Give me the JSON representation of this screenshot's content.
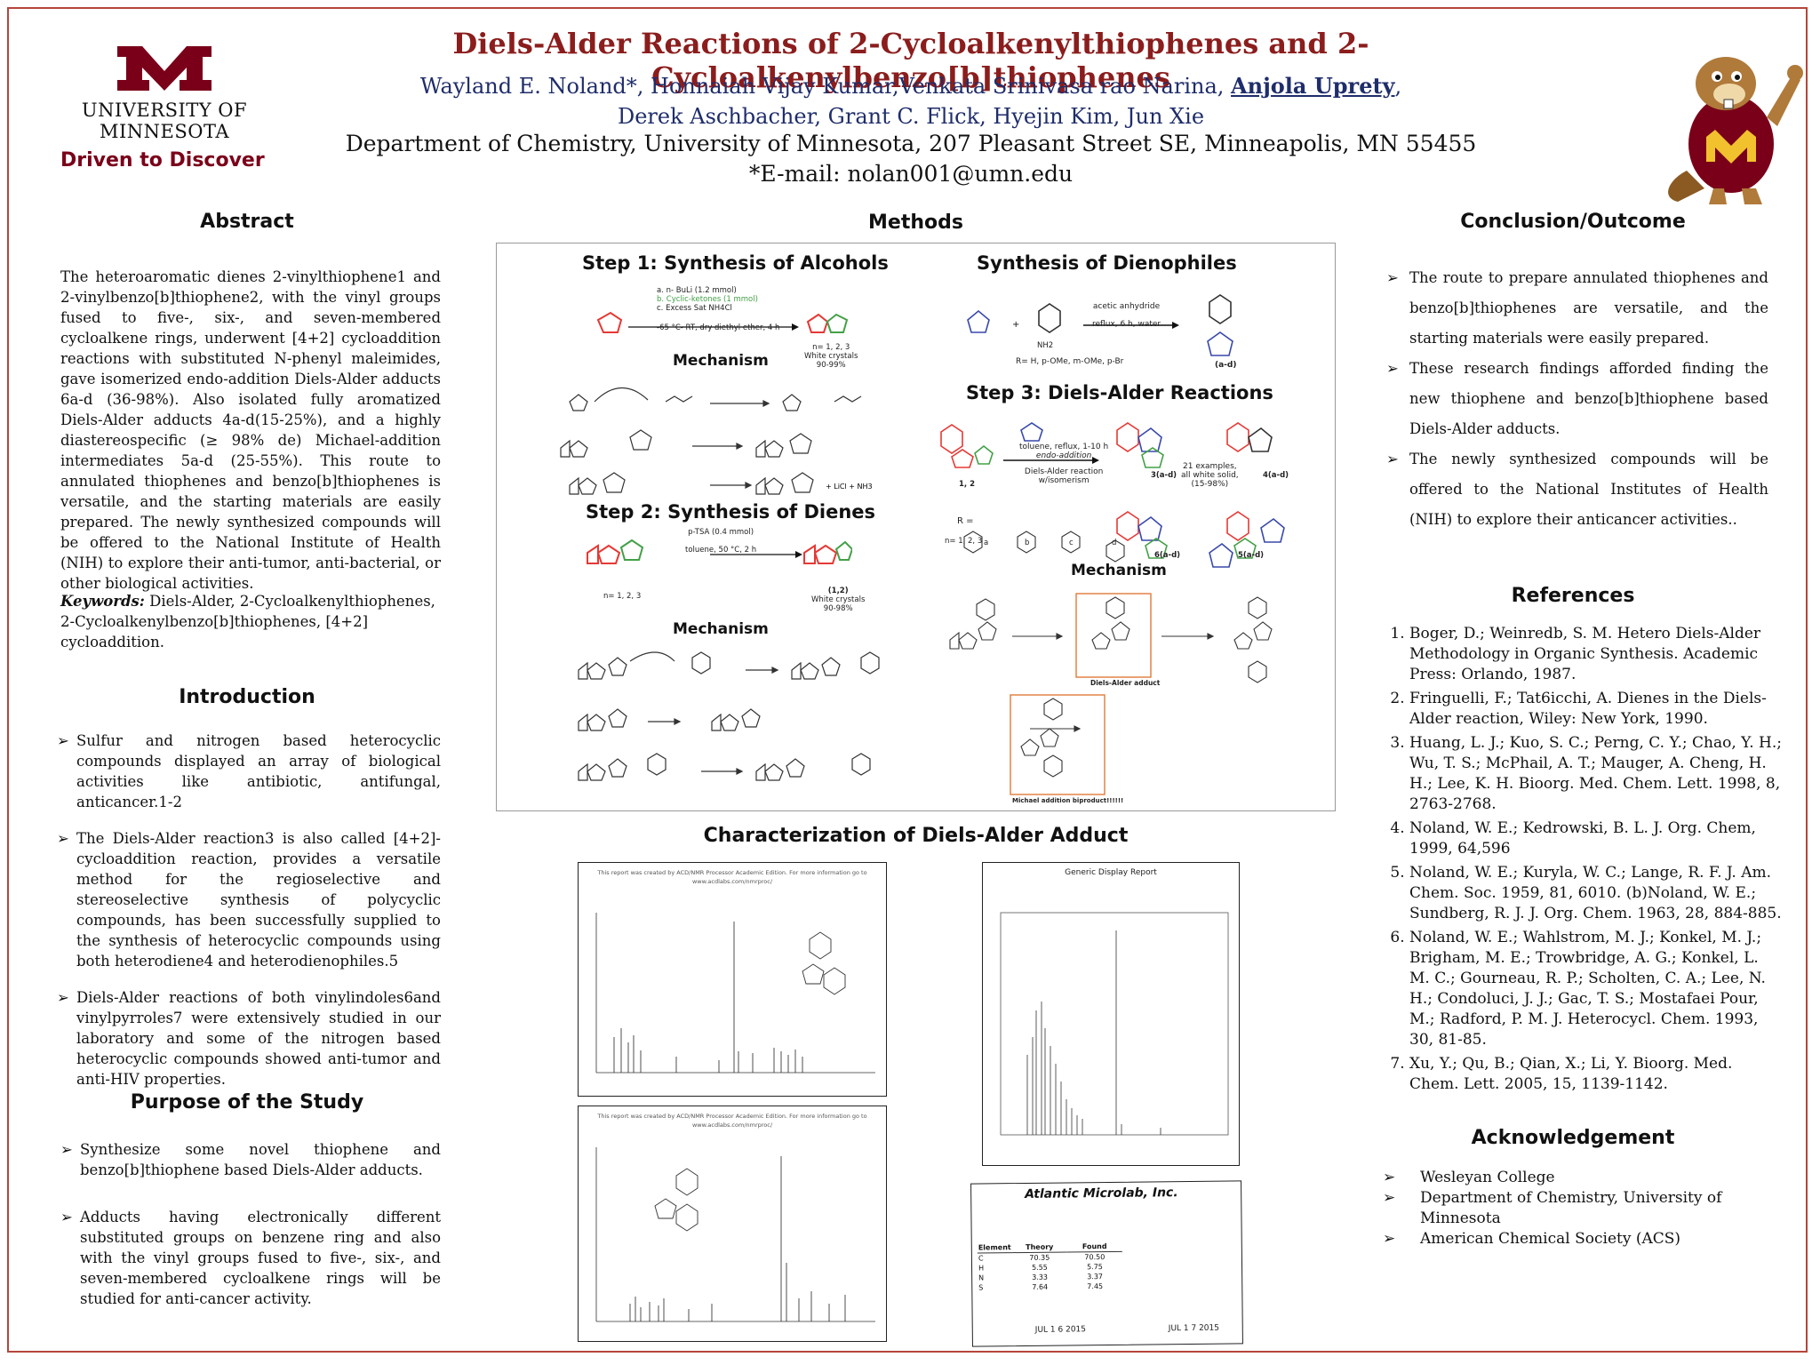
{
  "header": {
    "title": "Diels-Alder Reactions of 2-Cycloalkenylthiophenes and 2-Cycloalkenylbenzo[b]thiophenes",
    "authors_line1": "Wayland E. Noland*, Honnaiah Vijay Kumar,Venkata Srinivasa rao Narina,",
    "presenter": "Anjola Uprety",
    "authors_line2": "Derek Aschbacher, Grant C. Flick, Hyejin Kim, Jun Xie",
    "department": "Department of Chemistry, University of Minnesota, 207 Pleasant Street SE, Minneapolis, MN 55455",
    "email": "*E-mail: nolan001@umn.edu"
  },
  "logo": {
    "name": "University of Minnesota",
    "tagline": "Driven to Discover",
    "brand_color": "#7a0019"
  },
  "abstract": {
    "heading": "Abstract",
    "text": "The heteroaromatic dienes 2-vinylthiophene1 and 2-vinylbenzo[b]thiophene2, with the vinyl groups fused to five-, six-, and seven-membered cycloalkene rings, underwent [4+2] cycloaddition reactions with substituted N-phenyl maleimides, gave isomerized endo-addition Diels-Alder adducts 6a-d (36-98%). Also isolated fully aromatized Diels-Alder adducts 4a-d(15-25%), and a highly diastereospecific (≥ 98% de) Michael-addition intermediates 5a-d (25-55%). This route to annulated thiophenes and benzo[b]thiophenes is versatile, and the starting materials are easily prepared. The newly synthesized compounds will be offered to the National Institute of Health (NIH) to explore their anti-tumor, anti-bacterial, or other biological activities.",
    "keywords_label": "Keywords:",
    "keywords": "Diels-Alder, 2-Cycloalkenylthiophenes, 2-Cycloalkenylbenzo[b]thiophenes, [4+2] cycloaddition."
  },
  "introduction": {
    "heading": "Introduction",
    "bullets": [
      "Sulfur and nitrogen based heterocyclic compounds displayed an array of biological activities like antibiotic, antifungal, anticancer.1-2",
      "The Diels-Alder reaction3 is also called [4+2]-cycloaddition reaction, provides a versatile method for the regioselective and stereoselective synthesis of polycyclic compounds, has been successfully supplied to the synthesis of heterocyclic compounds using both heterodiene4 and heterodienophiles.5",
      "Diels-Alder reactions of both vinylindoles6and vinylpyrroles7 were extensively studied in our laboratory and some of the nitrogen based heterocyclic compounds showed anti-tumor and anti-HIV properties."
    ]
  },
  "purpose": {
    "heading": "Purpose of the Study",
    "bullets": [
      "Synthesize some novel thiophene and benzo[b]thiophene based Diels-Alder adducts.",
      "Adducts having electronically different substituted groups on benzene ring and also with the vinyl groups fused to five-, six-, and seven-membered cycloalkene rings will be studied for anti-cancer activity."
    ]
  },
  "methods": {
    "heading": "Methods",
    "step1": "Step 1: Synthesis of Alcohols",
    "step2": "Step 2: Synthesis of Dienes",
    "step3": "Step 3: Diels-Alder Reactions",
    "dienophiles": "Synthesis of Dienophiles",
    "mechanism": "Mechanism",
    "step1_conditions": [
      "a. n- BuLi (1.2 mmol)",
      "b. Cyclic-ketones (1 mmol)",
      "c. Excess Sat NH4Cl",
      "-65 °C- RT, dry diethyl ether, 4 h"
    ],
    "step1_product": [
      "n= 1, 2, 3",
      "White crystals",
      "90-99%"
    ],
    "step2_conditions": [
      "p-TSA (0.4 mmol)",
      "toluene, 50 °C, 2 h"
    ],
    "step2_n": "n= 1, 2, 3",
    "step2_product": [
      "(1,2)",
      "White crystals",
      "90-98%"
    ],
    "dienophile_conditions": [
      "acetic anhydride",
      "reflux, 6 h, water"
    ],
    "dienophile_r": "R= H, p-OMe, m-OMe, p-Br",
    "dienophile_nh2": "NH2",
    "dienophile_product": "(a-d)",
    "step3_conditions": [
      "toluene, reflux, 1-10 h",
      "endo-addition",
      "Diels-Alder reaction",
      "w/isomerism"
    ],
    "step3_examples": [
      "21 examples,",
      "all white solid,",
      "(15-98%)"
    ],
    "step3_labels": [
      "1, 2",
      "3(a-d)",
      "4(a-d)",
      "6(a-d)",
      "5(a-d)"
    ],
    "step3_r_label": "R =",
    "step3_n": "n= 1, 2, 3",
    "step3_substituents": [
      "a",
      "b",
      "c",
      "d"
    ],
    "adduct_label": "Diels-Alder adduct",
    "michael_label": "Michael addition biproduct!!!!!!"
  },
  "characterization": {
    "heading": "Characterization of Diels-Alder Adduct",
    "nmr_header": "This report was created by ACD/NMR Processor Academic Edition. For more information go to www.acdlabs.com/nmrproc/",
    "ms_title": "Generic Display Report",
    "microlab_title": "Atlantic Microlab, Inc.",
    "microlab_rows": [
      {
        "el": "C",
        "theory": "70.35",
        "found": "70.50"
      },
      {
        "el": "H",
        "theory": "5.55",
        "found": "5.75"
      },
      {
        "el": "N",
        "theory": "3.33",
        "found": "3.37"
      },
      {
        "el": "S",
        "theory": "7.64",
        "found": "7.45"
      }
    ],
    "microlab_headers": [
      "Element",
      "Theory",
      "Found"
    ],
    "microlab_dates": [
      "JUL 1 6 2015",
      "JUL 1 7 2015"
    ]
  },
  "conclusion": {
    "heading": "Conclusion/Outcome",
    "bullets": [
      "The route to prepare annulated thiophenes and benzo[b]thiophenes are versatile, and the starting materials were easily prepared.",
      "These research findings afforded finding the new thiophene and benzo[b]thiophene based Diels-Alder adducts.",
      "The newly synthesized compounds will be offered to the National Institutes of Health (NIH) to explore their anticancer activities.."
    ]
  },
  "references": {
    "heading": "References",
    "items": [
      "Boger, D.; Weinredb, S. M. Hetero Diels-Alder Methodology in Organic Synthesis. Academic Press: Orlando, 1987.",
      "Fringuelli, F.; Tat6icchi, A. Dienes in the Diels-Alder reaction, Wiley: New York, 1990.",
      "Huang, L. J.; Kuo, S. C.; Perng, C. Y.; Chao, Y. H.; Wu, T. S.; McPhail, A. T.; Mauger, A. Cheng, H. H.; Lee, K. H. Bioorg. Med. Chem. Lett. 1998, 8, 2763-2768.",
      "Noland, W. E.; Kedrowski, B. L. J. Org. Chem, 1999, 64,596",
      "Noland, W. E.; Kuryla, W. C.; Lange, R. F. J. Am. Chem. Soc. 1959, 81, 6010. (b)Noland, W. E.; Sundberg, R. J. J. Org. Chem. 1963, 28, 884-885.",
      "Noland, W. E.; Wahlstrom, M. J.; Konkel, M. J.; Brigham, M. E.; Trowbridge, A. G.; Konkel, L. M. C.; Gourneau, R. P.; Scholten, C. A.; Lee, N. H.; Condoluci, J. J.; Gac, T. S.; Mostafaei Pour, M.; Radford, P. M. J. Heterocycl. Chem. 1993, 30, 81-85.",
      "Xu, Y.; Qu, B.; Qian, X.; Li, Y. Bioorg. Med. Chem. Lett. 2005, 15, 1139-1142."
    ]
  },
  "acknowledgement": {
    "heading": "Acknowledgement",
    "items": [
      "Wesleyan College",
      "Department of Chemistry, University of Minnesota",
      "American Chemical Society (ACS)"
    ]
  },
  "colors": {
    "title": "#8b1d1d",
    "authors": "#1f2d6b",
    "frame": "#b5463c",
    "molecule_red": "#e53935",
    "molecule_green": "#43a047",
    "molecule_blue": "#3949ab"
  }
}
